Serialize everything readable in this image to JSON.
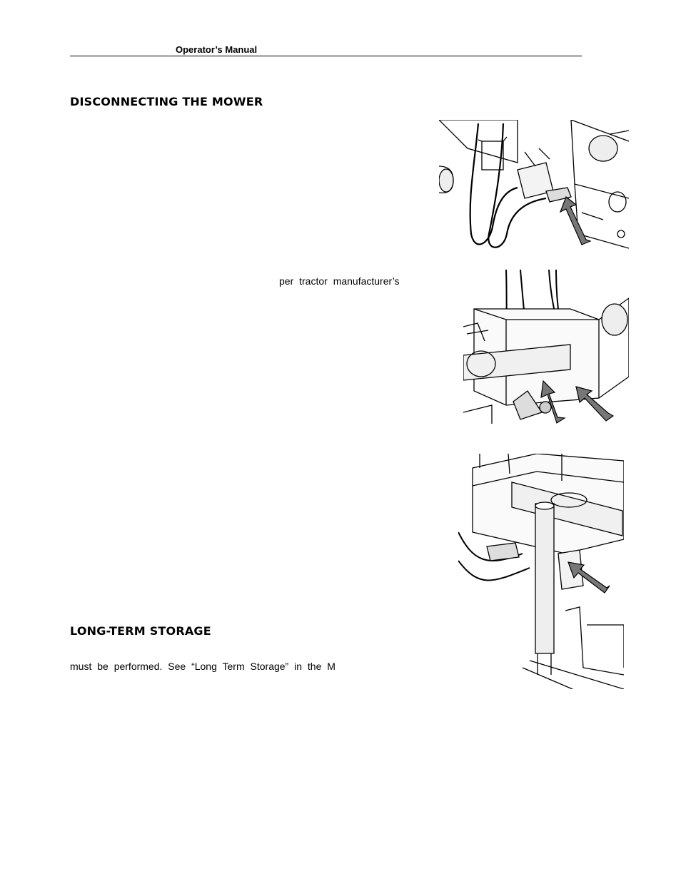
{
  "header": {
    "title": "Operator’s Manual"
  },
  "sections": {
    "disconnecting": {
      "title": "DISCONNECTING THE MOWER",
      "fragment": "per tractor manufacturer’s"
    },
    "storage": {
      "title": "LONG-TERM STORAGE",
      "fragment": "must be performed.  See “Long Term Storage” in the M"
    }
  },
  "figures": [
    {
      "subject": "hose-valve-detail",
      "arrow_color": "#777777"
    },
    {
      "subject": "frame-hose-detail",
      "arrow_color": "#777777"
    },
    {
      "subject": "cylinder-pin-detail",
      "arrow_color": "#777777"
    }
  ]
}
